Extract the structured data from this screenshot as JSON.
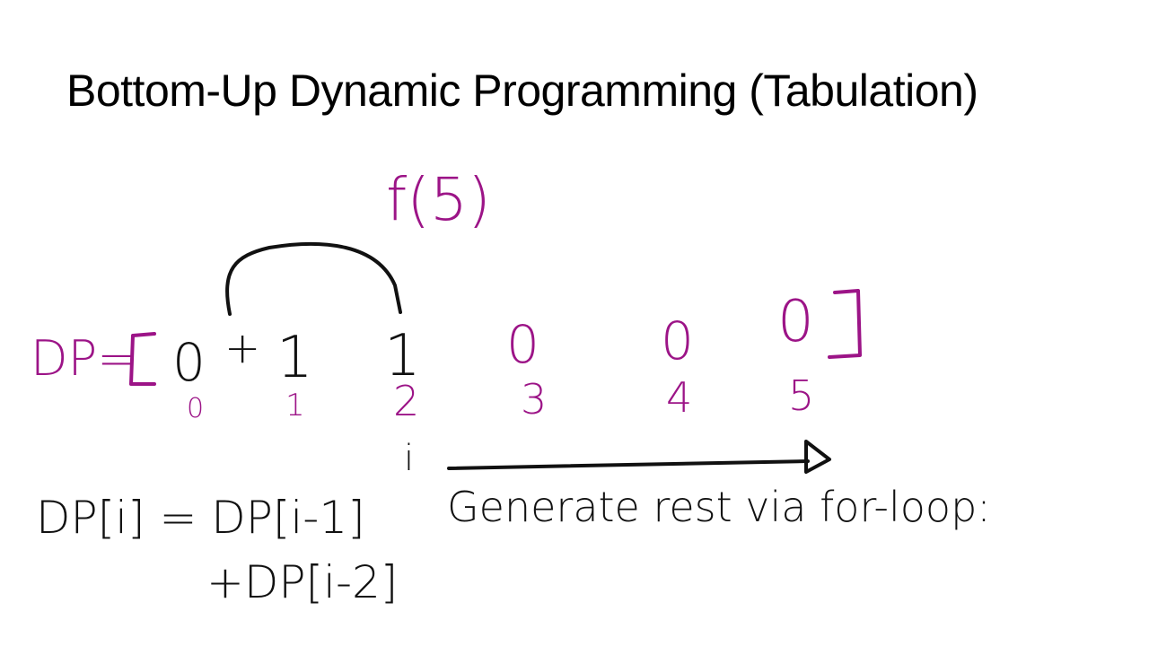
{
  "slide": {
    "title": "Bottom-Up Dynamic Programming (Tabulation)"
  },
  "diagram": {
    "call_label": "f(5)",
    "array_label": "DP=",
    "open_bracket": "[",
    "close_bracket": "]",
    "plus_sign": "+",
    "cells": [
      {
        "value": "0",
        "index": "0"
      },
      {
        "value": "1",
        "index": "1"
      },
      {
        "value": "1",
        "index": "2"
      },
      {
        "value": "0",
        "index": "3"
      },
      {
        "value": "0",
        "index": "4"
      },
      {
        "value": "0",
        "index": "5"
      }
    ],
    "pointer_label": "i",
    "loop_note": "Generate rest via for-loop:",
    "recurrence_line1": "DP[i] = DP[i-1]",
    "recurrence_line2": "+DP[i-2]"
  },
  "colors": {
    "ink_magenta": "#9c1487",
    "ink_black": "#111111"
  }
}
